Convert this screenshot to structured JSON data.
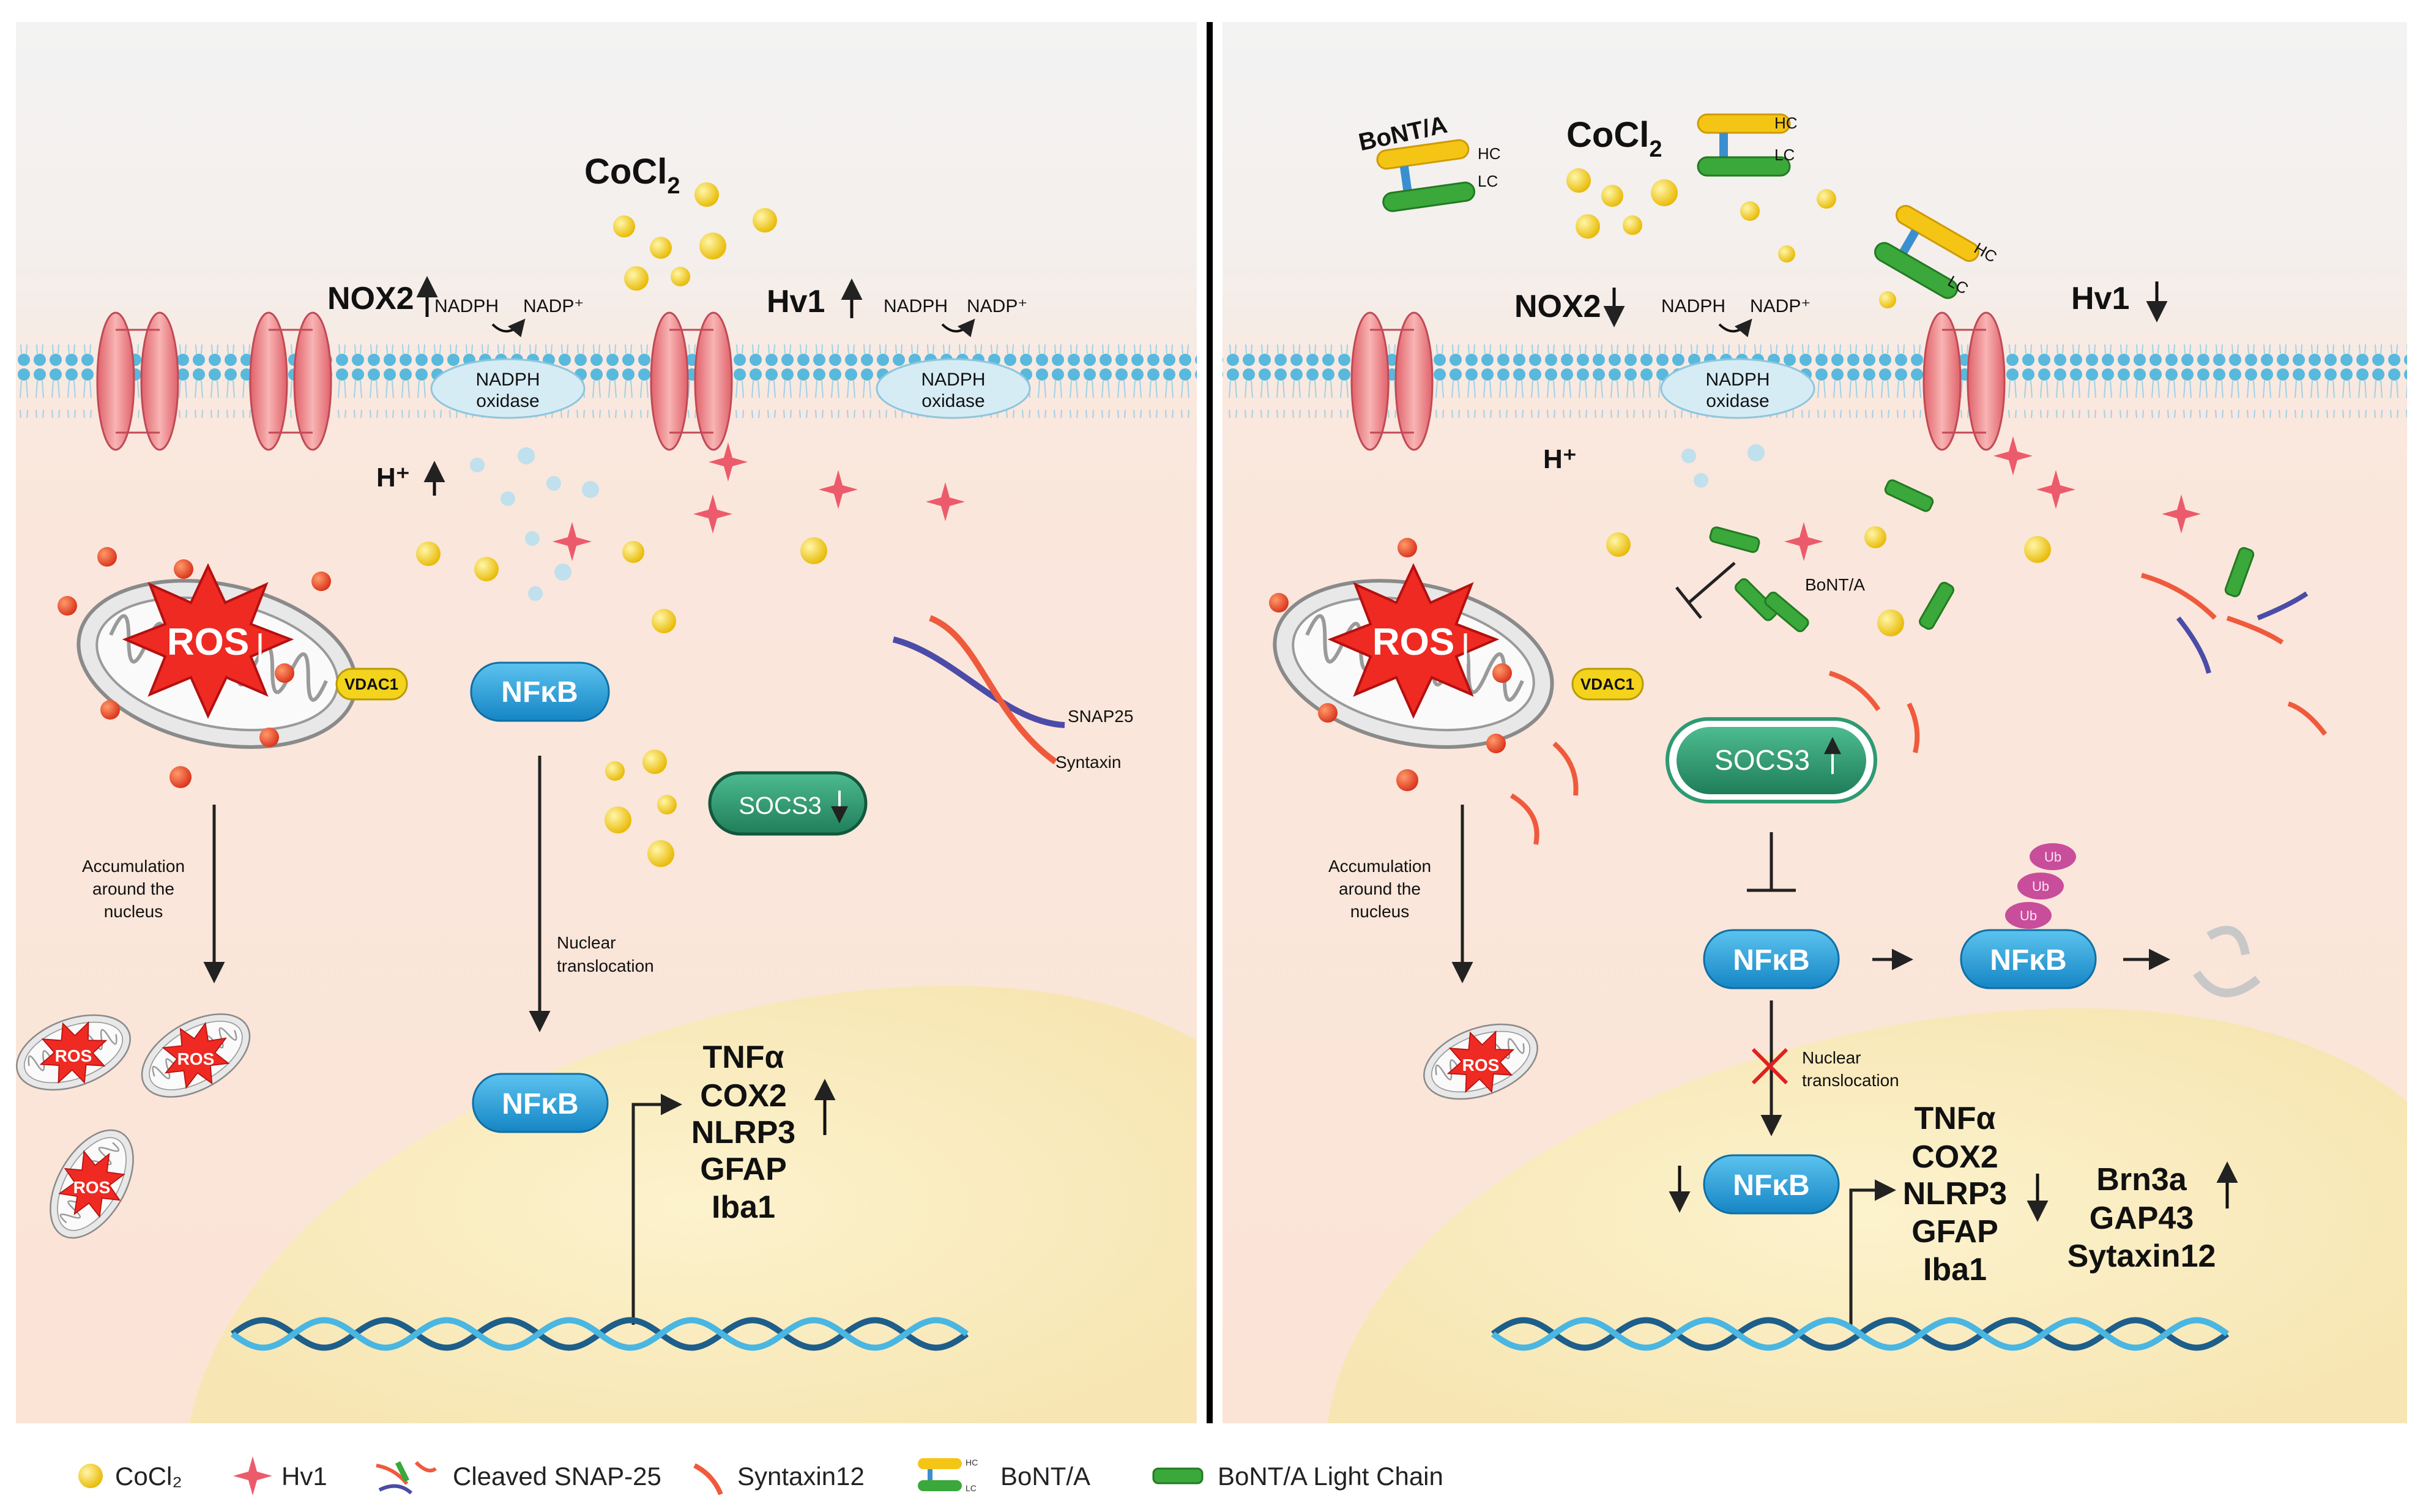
{
  "left": {
    "cocl2": "CoCl",
    "cocl2_sub": "2",
    "nox2": "NOX2",
    "hv1": "Hv1",
    "nadph1": "NADPH",
    "nadp1": "NADP⁺",
    "nadph2": "NADPH",
    "nadp2": "NADP⁺",
    "oxidase_a1": "NADPH",
    "oxidase_a2": "oxidase",
    "oxidase_b1": "NADPH",
    "oxidase_b2": "oxidase",
    "hplus": "H⁺",
    "ros": "ROS",
    "vdac1": "VDAC1",
    "nfkb_top": "NFκB",
    "nfkb_bottom": "NFκB",
    "snap25": "SNAP25",
    "syntaxin": "Syntaxin",
    "socs3": "SOCS3",
    "accum1": "Accumulation",
    "accum2": "around the",
    "accum3": "nucleus",
    "nuclear1": "Nuclear",
    "nuclear2": "translocation",
    "genes": [
      "TNFα",
      "COX2",
      "NLRP3",
      "GFAP",
      "Iba1"
    ],
    "mini_ros": "ROS"
  },
  "right": {
    "bont": "BoNT/A",
    "cocl2": "CoCl",
    "cocl2_sub": "2",
    "hc1": "HC",
    "lc1": "LC",
    "hc2": "HC",
    "lc2": "LC",
    "hc3": "HC",
    "lc3": "LC",
    "nox2": "NOX2",
    "hv1": "Hv1",
    "nadph": "NADPH",
    "nadp": "NADP⁺",
    "oxidase1": "NADPH",
    "oxidase2": "oxidase",
    "hplus": "H⁺",
    "bont_inner": "BoNT/A",
    "ros": "ROS",
    "vdac1": "VDAC1",
    "socs3": "SOCS3",
    "accum1": "Accumulation",
    "accum2": "around the",
    "accum3": "nucleus",
    "nfkb_main": "NFκB",
    "nfkb_ub": "NFκB",
    "ub": "Ub",
    "nuclear1": "Nuclear",
    "nuclear2": "translocation",
    "nfkb_nucleus": "NFκB",
    "genes": [
      "TNFα",
      "COX2",
      "NLRP3",
      "GFAP",
      "Iba1"
    ],
    "genes_up": [
      "Brn3a",
      "GAP43",
      "Sytaxin12"
    ],
    "mini_ros": "ROS"
  },
  "legend": {
    "cocl2": "CoCl₂",
    "hv1": "Hv1",
    "cleaved": "Cleaved SNAP-25",
    "syntaxin12": "Syntaxin12",
    "bont": "BoNT/A",
    "bont_lc": "BoNT/A Light Chain",
    "hc": "HC",
    "lc": "LC"
  },
  "colors": {
    "extracellular": "#f2f2f2",
    "cytoplasm": "#fbe9df",
    "nucleus": "#fbefc8",
    "channel": "#f08b8f",
    "nfkb": "#2aa3d8",
    "socs3": "#2e9a72",
    "cocl2": "#f2c719",
    "hv1": "#e84a5f",
    "ros": "#e8231e",
    "bont_hc": "#f5c516",
    "bont_lc": "#39a83a",
    "divider": "#000000"
  }
}
